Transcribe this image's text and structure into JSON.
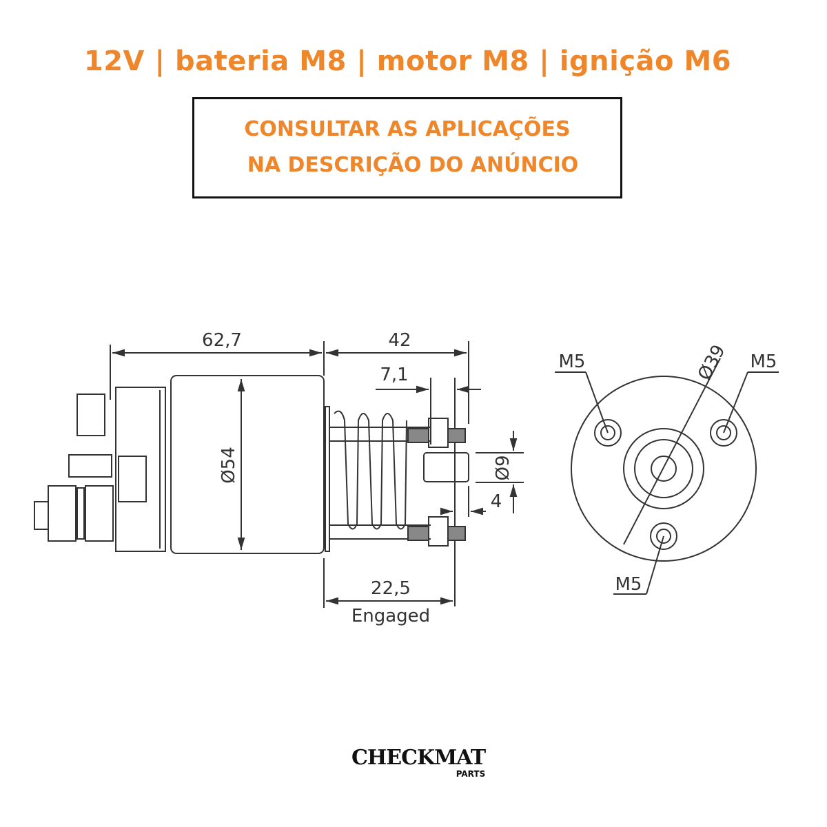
{
  "header": {
    "title": "12V | bateria M8 | motor M8 | ignição M6"
  },
  "notice": {
    "line1": "CONSULTAR AS APLICAÇÕES",
    "line2": "NA DESCRIÇÃO DO ANÚNCIO"
  },
  "drawing": {
    "side_view": {
      "length": "62,7",
      "plunger_length": "42",
      "stud_offset": "7,1",
      "body_diameter": "Ø54",
      "pin_diameter": "Ø9",
      "pin_offset": "4",
      "engaged_length": "22,5",
      "engaged_label": "Engaged"
    },
    "front_view": {
      "bolt_circle": "Ø39",
      "hole_top_left": "M5",
      "hole_top_right": "M5",
      "hole_bottom": "M5"
    }
  },
  "logo": {
    "name": "CHECKMAT",
    "sub": "PARTS"
  },
  "colors": {
    "accent": "#f0862a",
    "line": "#333333"
  }
}
